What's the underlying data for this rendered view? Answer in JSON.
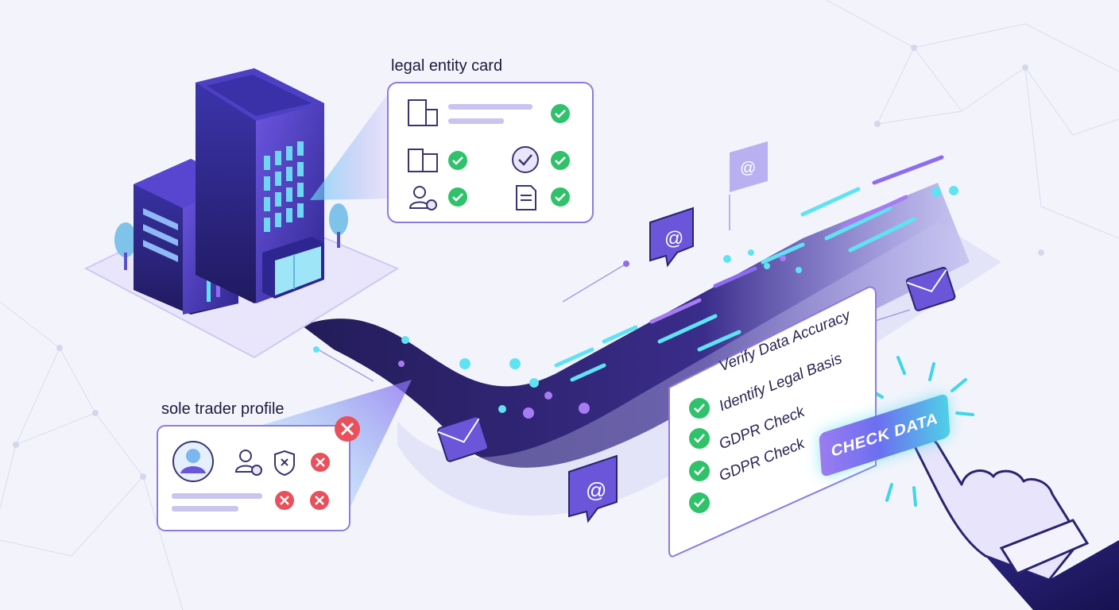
{
  "labels": {
    "legal_entity_card": "legal entity card",
    "sole_trader_profile": "sole trader profile"
  },
  "checklist": {
    "items": [
      "Verify Data Accuracy",
      "Identify Legal Basis",
      "GDPR Check",
      "GDPR Check"
    ]
  },
  "action": {
    "button_label": "CHECK DATA"
  },
  "email_glyph": "@",
  "colors": {
    "accent_purple": "#5b48d6",
    "accent_cyan": "#4fe0f0",
    "success_green": "#2fc26b",
    "error_red": "#e8505b",
    "card_border": "#8d7be0",
    "background": "#f3f4fb"
  },
  "icons": {
    "legal_entity_card": [
      "office-building-icon",
      "check-icon",
      "office-building-icon",
      "check-icon",
      "verified-badge-icon",
      "check-icon",
      "user-check-icon",
      "check-icon",
      "document-icon",
      "check-icon"
    ],
    "sole_trader_profile": [
      "avatar-icon",
      "user-x-icon",
      "shield-x-icon",
      "x-icon",
      "x-icon",
      "x-icon",
      "close-badge-icon"
    ],
    "flow": [
      "email-at-icon",
      "email-at-icon",
      "email-at-icon",
      "envelope-icon",
      "envelope-icon",
      "pointer-hand-icon"
    ]
  }
}
